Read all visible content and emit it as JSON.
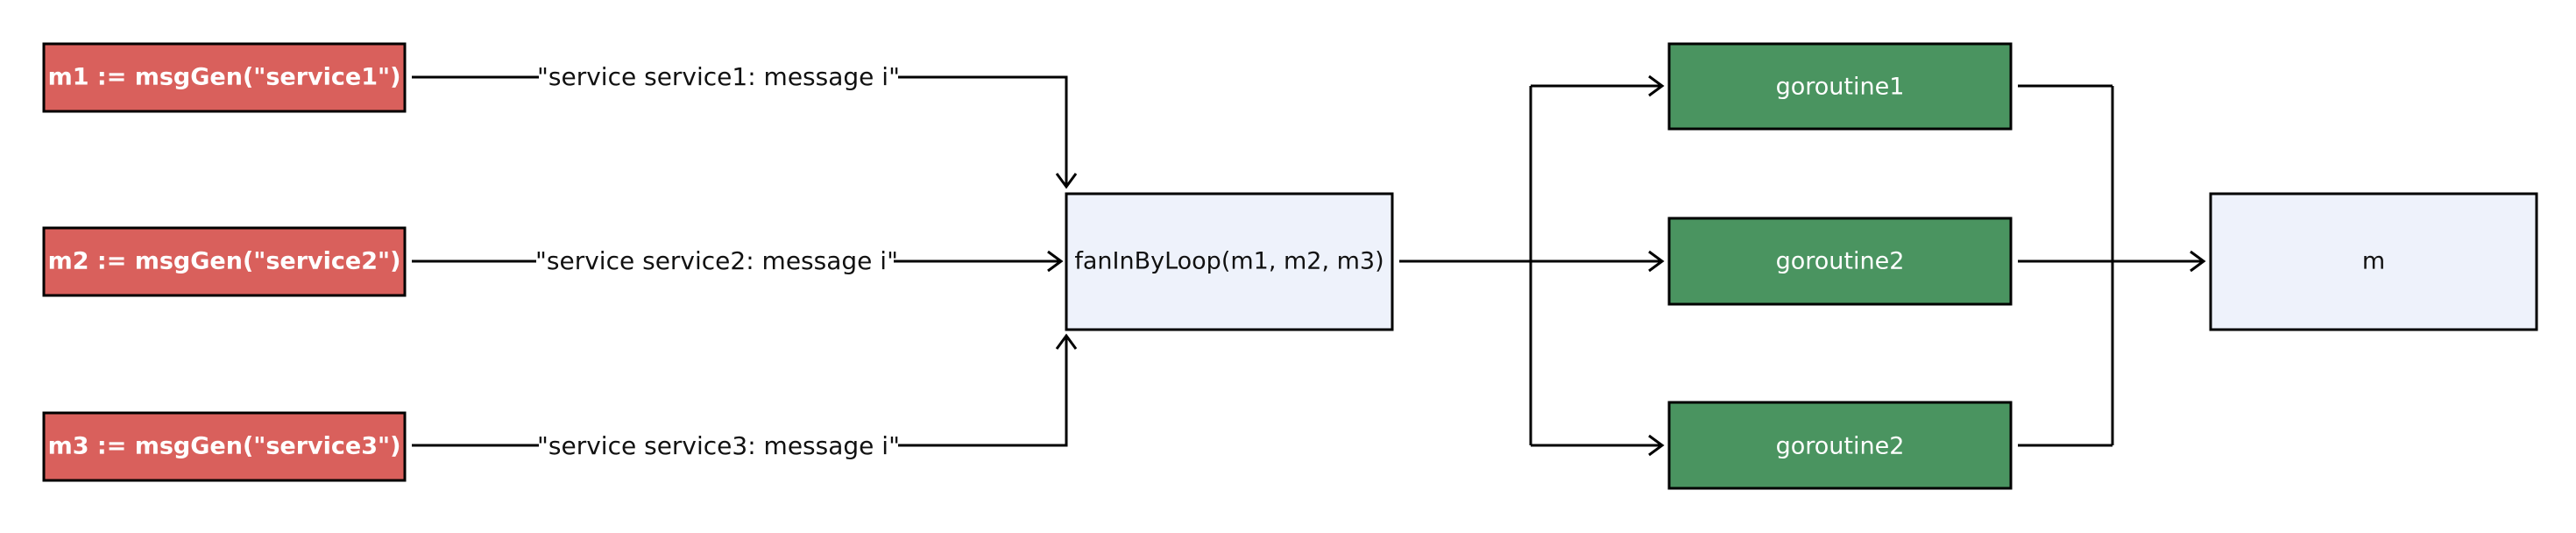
{
  "colors": {
    "source_fill": "#d9605c",
    "worker_fill": "#4a9460",
    "process_fill": "#eef2fb",
    "stroke": "#000000"
  },
  "sources": [
    {
      "label": "m1 := msgGen(\"service1\")",
      "edge_label": "\"service service1: message i\""
    },
    {
      "label": "m2 := msgGen(\"service2\")",
      "edge_label": "\"service service2: message i\""
    },
    {
      "label": "m3 := msgGen(\"service3\")",
      "edge_label": "\"service service3: message i\""
    }
  ],
  "fanin": {
    "label": "fanInByLoop(m1, m2, m3)"
  },
  "workers": [
    {
      "label": "goroutine1"
    },
    {
      "label": "goroutine2"
    },
    {
      "label": "goroutine2"
    }
  ],
  "output": {
    "label": "m"
  }
}
